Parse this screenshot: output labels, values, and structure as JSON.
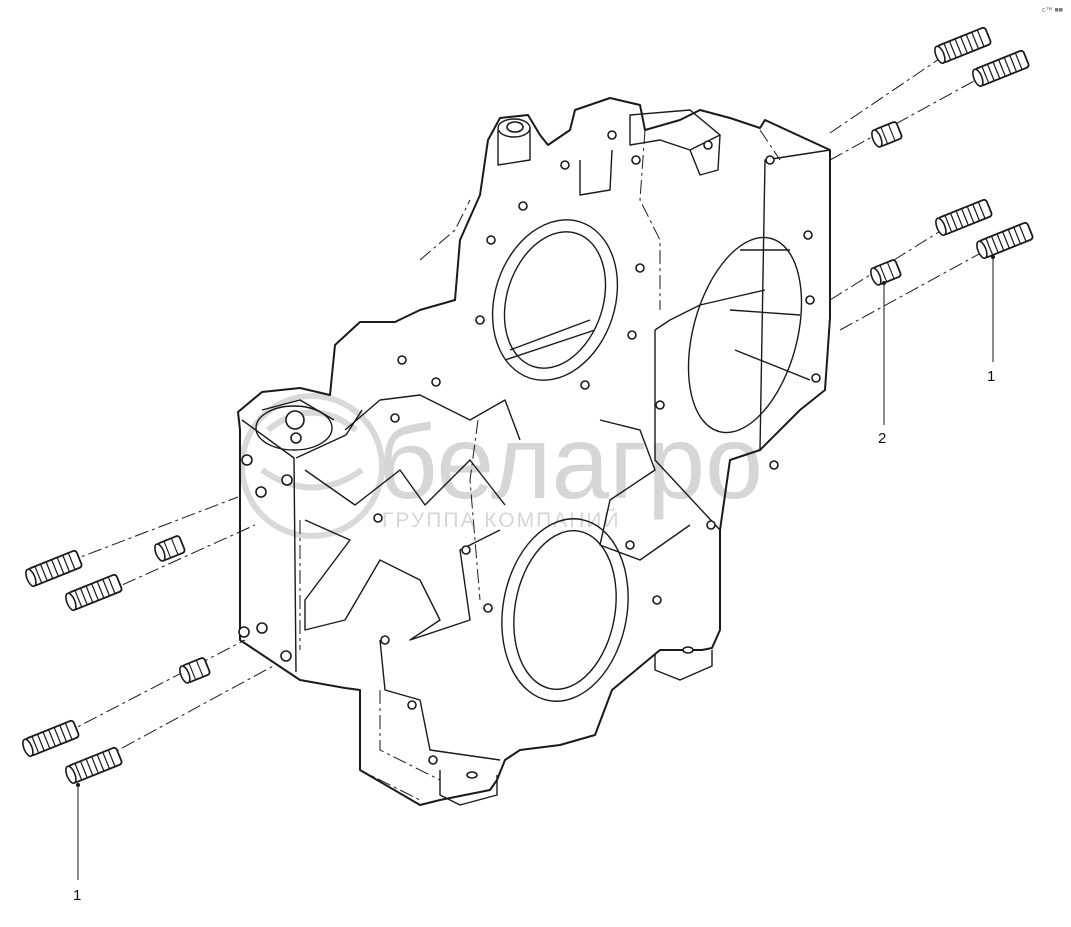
{
  "diagram": {
    "callouts": [
      {
        "id": "left-bottom",
        "label": "1"
      },
      {
        "id": "right-short",
        "label": "2"
      },
      {
        "id": "right-long",
        "label": "1"
      }
    ],
    "watermark": {
      "brand": "белагро",
      "subtitle": "ГРУППА КОМПАНИЙ"
    },
    "corner_mark": "с™ ■■"
  }
}
